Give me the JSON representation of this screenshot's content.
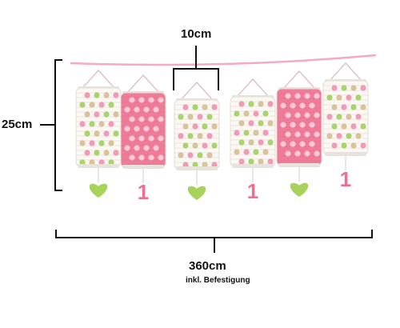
{
  "dimensions": {
    "width_label": "10cm",
    "height_label": "25cm",
    "length_label": "360cm",
    "note": "inkl. Befestigung"
  },
  "lanterns": [
    {
      "body_color": "#fbf7f2",
      "dots": [
        "#f29ab8",
        "#a9d46a",
        "#d9c49a"
      ],
      "pendant": "heart"
    },
    {
      "body_color": "#f07b99",
      "dots": [
        "#ffc9d8"
      ],
      "pendant": "number"
    },
    {
      "body_color": "#fbf7f2",
      "dots": [
        "#f29ab8",
        "#a9d46a",
        "#d9c49a"
      ],
      "pendant": "heart"
    },
    {
      "body_color": "#fbf7f2",
      "dots": [
        "#f29ab8",
        "#a9d46a",
        "#d9c49a"
      ],
      "pendant": "number"
    },
    {
      "body_color": "#f07b99",
      "dots": [
        "#ffc9d8"
      ],
      "pendant": "heart"
    },
    {
      "body_color": "#fbf7f2",
      "dots": [
        "#f29ab8",
        "#a9d46a",
        "#d9c49a"
      ],
      "pendant": "number"
    }
  ],
  "pendant_text": "1",
  "colors": {
    "string": "#f5a9c2",
    "heart": "#a8d35a",
    "number": "#ec6f93",
    "bracket": "#111111"
  }
}
